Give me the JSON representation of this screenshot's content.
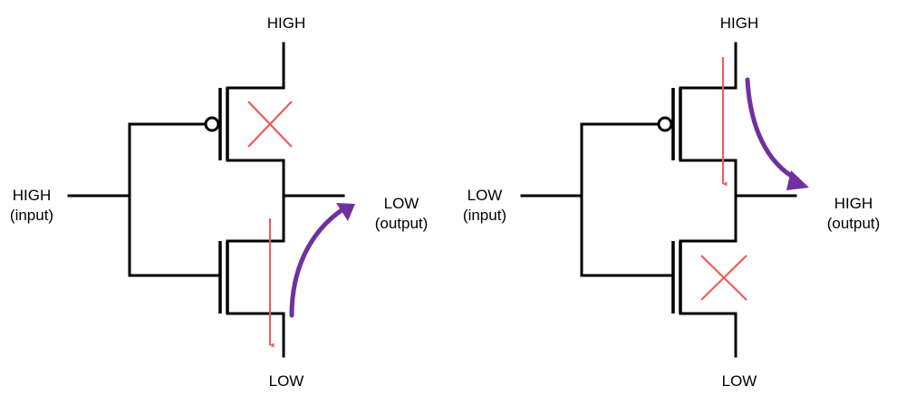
{
  "colors": {
    "wire": "#000000",
    "off_cross": "#f05a5a",
    "current_flow": "#f05a5a",
    "output_arrow": "#7030a0"
  },
  "left_circuit": {
    "vdd_label": "HIGH",
    "gnd_label": "LOW",
    "input_line1": "HIGH",
    "input_line2": "(input)",
    "output_line1": "LOW",
    "output_line2": "(output)"
  },
  "right_circuit": {
    "vdd_label": "HIGH",
    "gnd_label": "LOW",
    "input_line1": "LOW",
    "input_line2": "(input)",
    "output_line1": "HIGH",
    "output_line2": "(output)"
  }
}
